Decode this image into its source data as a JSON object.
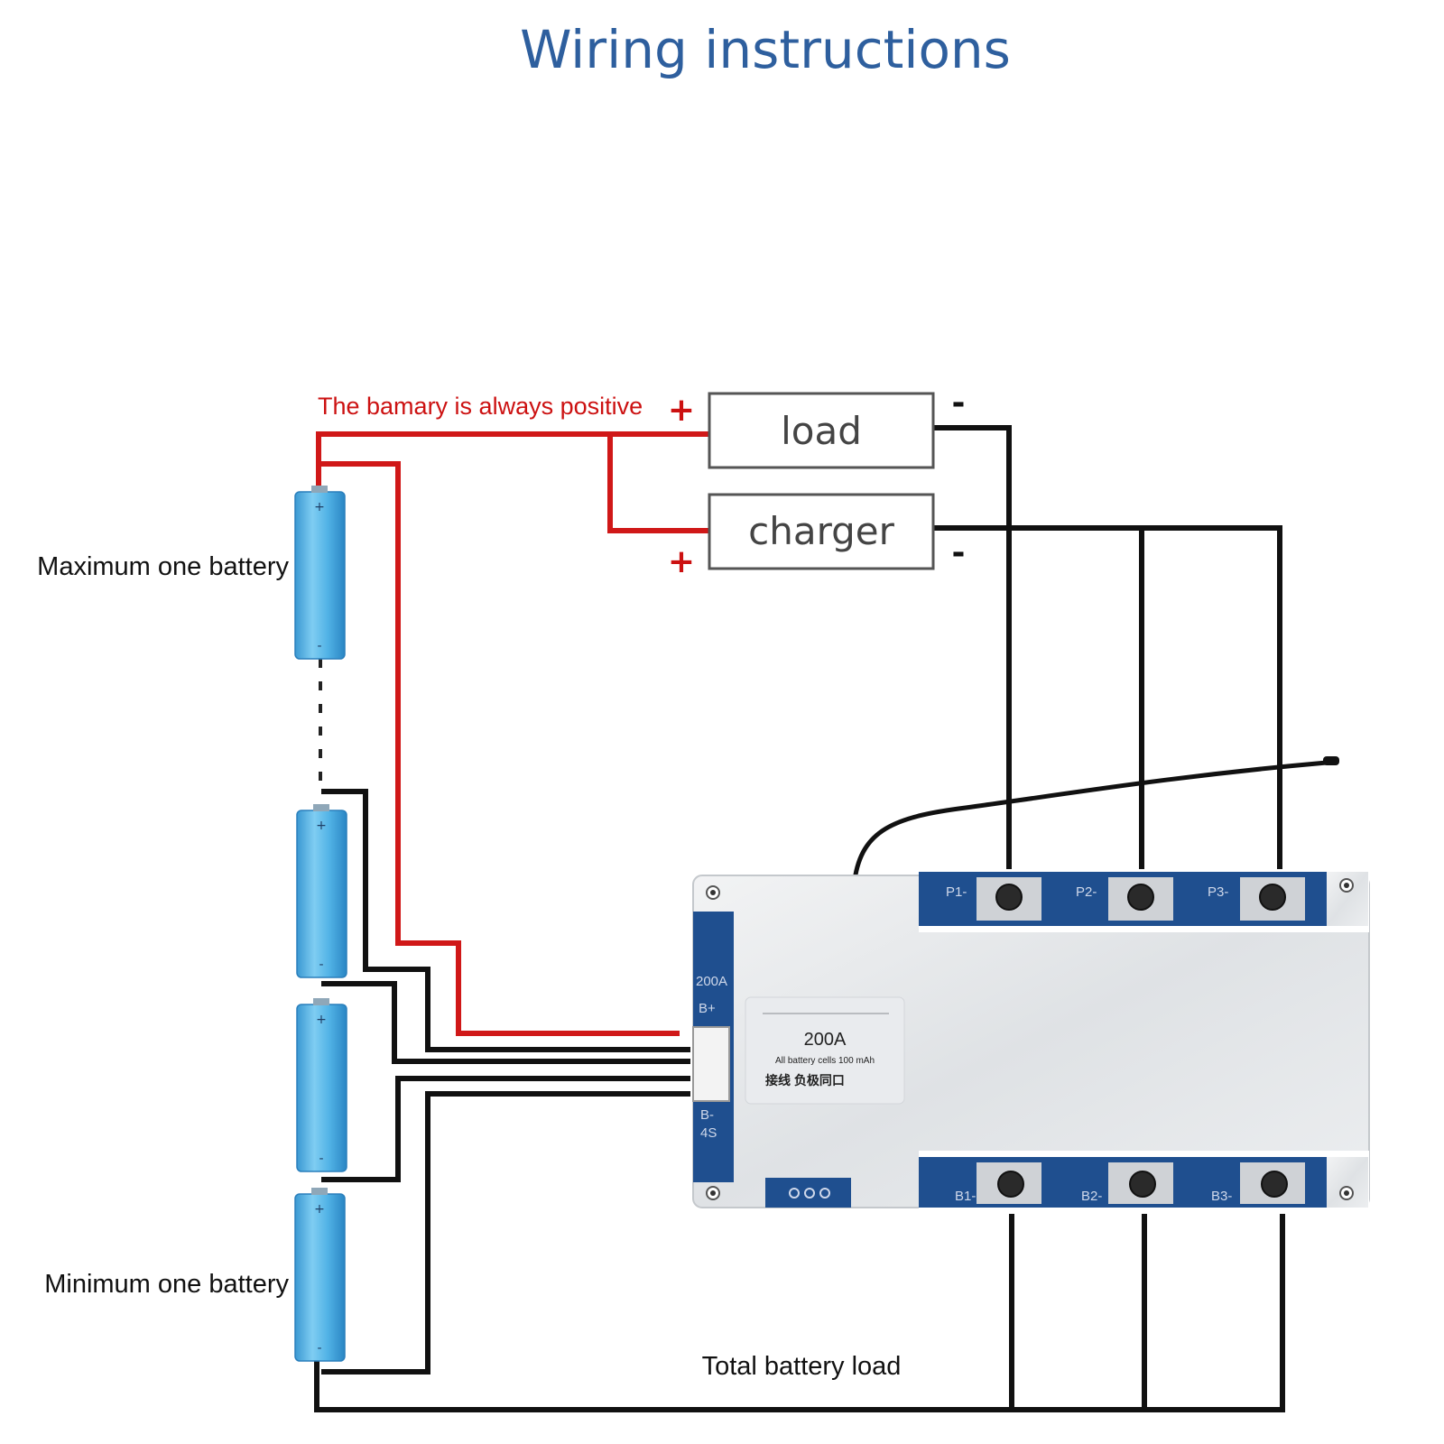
{
  "title": "Wiring instructions",
  "labels": {
    "positive_note": "The bamary is always positive",
    "max_battery": "Maximum one battery",
    "min_battery": "Minimum one battery",
    "total_load": "Total battery load"
  },
  "boxes": {
    "load": "load",
    "charger": "charger"
  },
  "signs": {
    "plus": "+",
    "minus": "-"
  },
  "board": {
    "rating": "200A",
    "line1": "All battery cells 100 mAh",
    "line2": "接线 负极同口",
    "side_rating": "200A",
    "side_bplus": "B+",
    "side_bminus": "B-",
    "side_series": "4S",
    "terminals_top": [
      "P1-",
      "P2-",
      "P3-"
    ],
    "terminals_bottom": [
      "B1-",
      "B2-",
      "B3-"
    ]
  },
  "colors": {
    "title": "#2e5f9e",
    "positive_wire": "#d01818",
    "negative_wire": "#111111",
    "battery": "#4fb0e3",
    "board": "#e6e8ea",
    "board_strip": "#1f4f8f"
  },
  "icons": {
    "battery": "cylindrical-battery-icon",
    "board": "bms-board-icon",
    "thermistor": "temperature-probe-icon"
  }
}
